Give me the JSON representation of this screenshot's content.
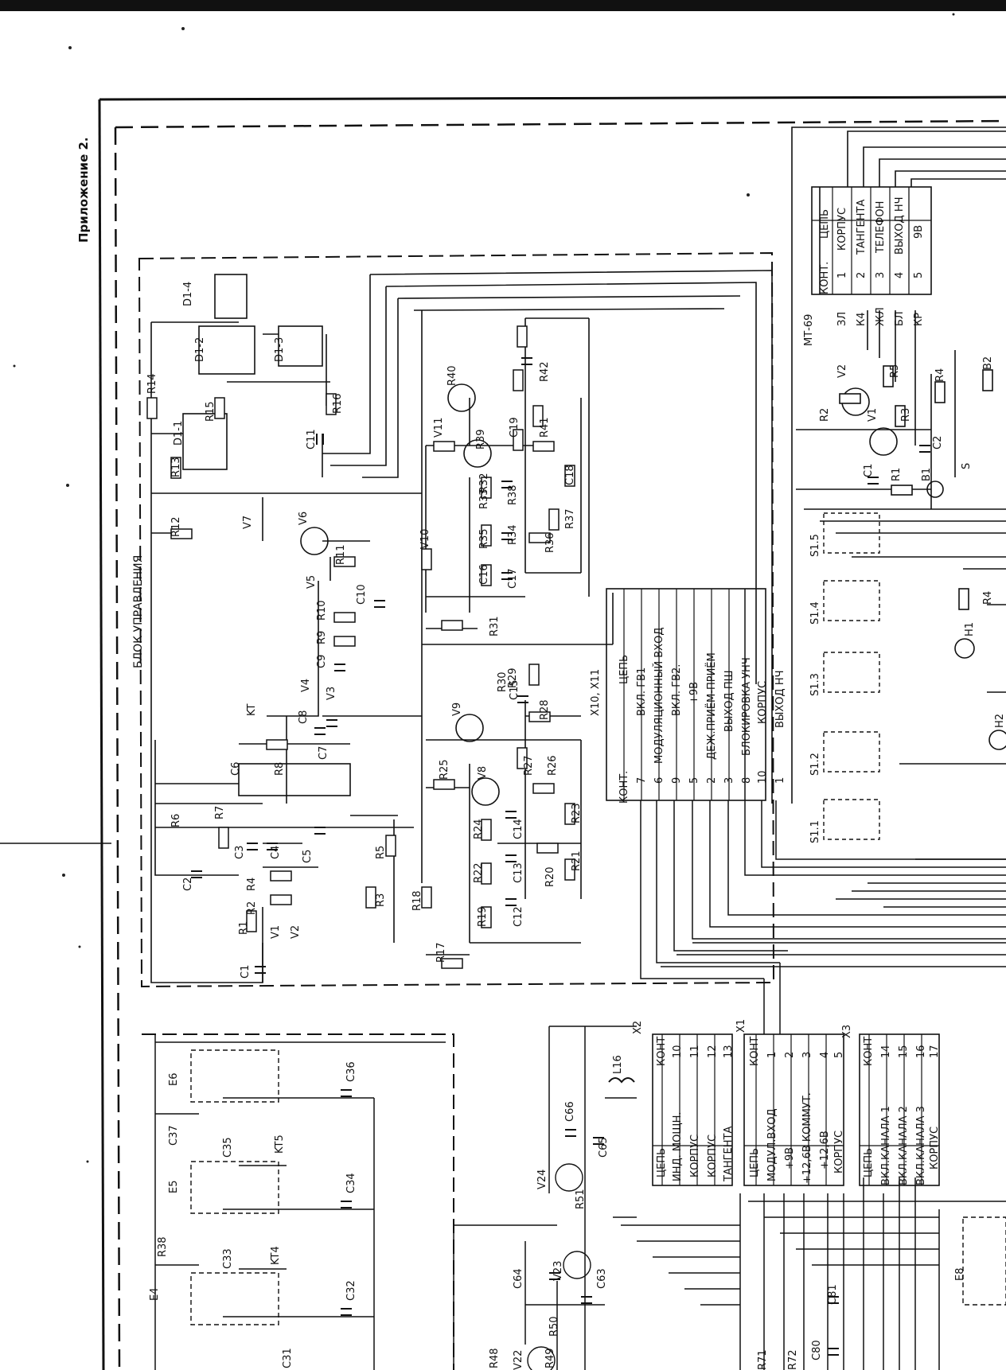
{
  "appendix_title": "Приложение 2.",
  "control_block_title": "БЛОК УПРАВЛЕНИЯ",
  "mt69": {
    "title": "МТ-69",
    "header": [
      "КОНТ.",
      "ЦЕПЬ"
    ],
    "rows": [
      {
        "pin": "1",
        "net": "КОРПУС",
        "wire": "ЗЛ"
      },
      {
        "pin": "2",
        "net": "ТАНГЕНТА",
        "wire": "К4"
      },
      {
        "pin": "3",
        "net": "ТЕЛЕФОН",
        "wire": "ЖЛ"
      },
      {
        "pin": "4",
        "net": "ВЫХОД НЧ",
        "wire": "БЛ"
      },
      {
        "pin": "5",
        "net": "9В",
        "wire": "КР"
      }
    ]
  },
  "x10x11": {
    "title": "X10, X11",
    "header": [
      "КОНТ.",
      "ЦЕПЬ"
    ],
    "rows": [
      {
        "pin": "7",
        "net": "ВКЛ. ГВ1"
      },
      {
        "pin": "6",
        "net": "МОДУЛЯЦИОННЫЙ ВХОД"
      },
      {
        "pin": "9",
        "net": "ВКЛ. ГВ2."
      },
      {
        "pin": "5",
        "net": "+9В"
      },
      {
        "pin": "2",
        "net": "ДЕЖ.ПРИЁМ-ПРИЁМ"
      },
      {
        "pin": "3",
        "net": "ВЫХОД ПШ"
      },
      {
        "pin": "8",
        "net": "БЛОКИРОВКА УНЧ"
      },
      {
        "pin": "10",
        "net": "КОРПУС"
      },
      {
        "pin": "1",
        "net": "ВЫХОД НЧ"
      }
    ]
  },
  "x2": {
    "title": "X2",
    "header": [
      "ЦЕПЬ",
      "КОНТ"
    ],
    "rows": [
      {
        "net": "ИНД. МОЩН.",
        "pin": "10"
      },
      {
        "net": "КОРПУС",
        "pin": "11"
      },
      {
        "net": "КОРПУС",
        "pin": "12"
      },
      {
        "net": "ТАНГЕНТА",
        "pin": "13"
      }
    ]
  },
  "x1": {
    "title": "X1",
    "header": [
      "ЦЕПЬ",
      "КОНТ"
    ],
    "rows": [
      {
        "net": "МОДУЛ.ВХОД",
        "pin": "1"
      },
      {
        "net": "+9В",
        "pin": "2"
      },
      {
        "net": "+12,6В КОММУТ.",
        "pin": "3"
      },
      {
        "net": "+12,6В",
        "pin": "4"
      },
      {
        "net": "КОРПУС",
        "pin": "5"
      }
    ]
  },
  "x3": {
    "title": "X3",
    "header": [
      "ЦЕПЬ",
      "КОНТ"
    ],
    "rows": [
      {
        "net": "ВКЛ.КАНАЛА 1",
        "pin": "14"
      },
      {
        "net": "ВКЛ.КАНАЛА 2",
        "pin": "15"
      },
      {
        "net": "ВКЛ.КАНАЛА 3",
        "pin": "16"
      },
      {
        "net": "КОРПУС",
        "pin": "17"
      }
    ]
  },
  "control_labels": [
    "R14",
    "R13",
    "R15",
    "D1-1",
    "D1-2",
    "D1-3",
    "D1-4",
    "R16",
    "C11",
    "R12",
    "V7",
    "V6",
    "R11",
    "V5",
    "C10",
    "R10",
    "R9",
    "C9",
    "V4",
    "V3",
    "C8",
    "KT",
    "C7",
    "R8",
    "C6",
    "R7",
    "R6",
    "C3",
    "C4",
    "C5",
    "R5",
    "C2",
    "R4",
    "R2",
    "R3",
    "R1",
    "V1",
    "V2",
    "C1",
    "R18",
    "R17",
    "R19",
    "C12",
    "R22",
    "C13",
    "R20",
    "R21",
    "R23",
    "C14",
    "R24",
    "V8",
    "R25",
    "R27",
    "R26",
    "V9",
    "C15",
    "R28",
    "R29",
    "R30",
    "R31",
    "C16",
    "R35",
    "C17",
    "R33",
    "R34",
    "R36",
    "R37",
    "C18",
    "R32",
    "R38",
    "V10",
    "V11",
    "R39",
    "R40",
    "R41",
    "C19",
    "R42"
  ],
  "right_labels": [
    "V2",
    "V1",
    "R2",
    "R5",
    "R3",
    "R4",
    "C1",
    "R1",
    "B1",
    "C2",
    "B2",
    "S",
    "S1.1",
    "S1.2",
    "S1.3",
    "S1.4",
    "S1.5",
    "H1",
    "H2",
    "R4"
  ],
  "bottom_labels": [
    "E6",
    "E5",
    "E4",
    "C37",
    "C35",
    "C36",
    "C34",
    "C33",
    "C32",
    "C31",
    "KT5",
    "KT4",
    "R38",
    "L16",
    "C66",
    "C65",
    "V24",
    "R51",
    "V23",
    "C64",
    "C63",
    "R50",
    "R49",
    "R48",
    "C81",
    "C80",
    "R71",
    "R72",
    "E8",
    "V22"
  ]
}
